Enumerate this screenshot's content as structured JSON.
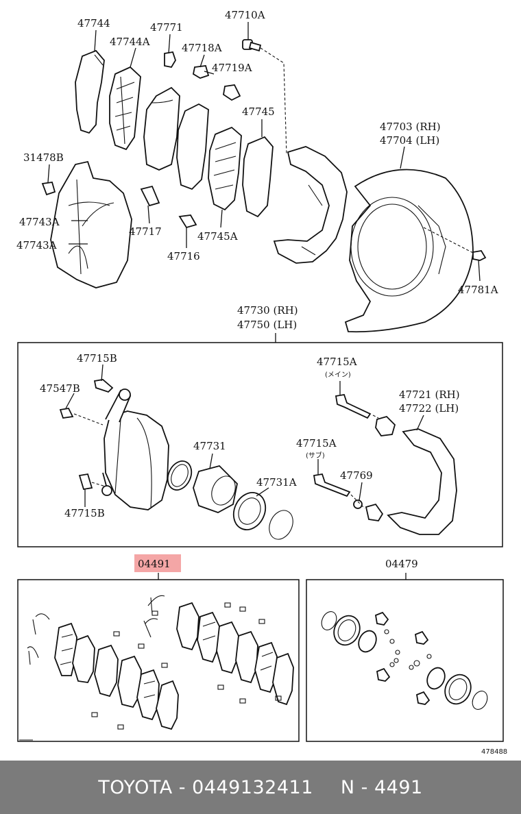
{
  "labels": {
    "l47744": "47744",
    "l47771": "47771",
    "l47710A": "47710A",
    "l47744A": "47744A",
    "l47718A": "47718A",
    "l47719A": "47719A",
    "l47745": "47745",
    "l47703": "47703 (RH)",
    "l47704": "47704 (LH)",
    "l31478B": "31478B",
    "l47743A_1": "47743A",
    "l47743A_2": "47743A",
    "l47717": "47717",
    "l47745A": "47745A",
    "l47716": "47716",
    "l47781A": "47781A",
    "l47730": "47730 (RH)",
    "l47750": "47750 (LH)",
    "l47715B_top": "47715B",
    "l47547B": "47547B",
    "l47715B_bot": "47715B",
    "l47715A_main": "47715A",
    "note_main": "(メイン)",
    "l47721": "47721 (RH)",
    "l47722": "47722 (LH)",
    "l47731": "47731",
    "l47715A_sub": "47715A",
    "note_sub": "(サブ)",
    "l47769": "47769",
    "l47731A": "47731A",
    "l04491": "04491",
    "l04479": "04479",
    "diagram_no": "478488"
  },
  "footer": {
    "brand_part": "TOYOTA - 0449132411",
    "ref": "N - 4491"
  },
  "colors": {
    "highlight": "#f4a6a6",
    "footer_bg": "#7b7b7b"
  }
}
